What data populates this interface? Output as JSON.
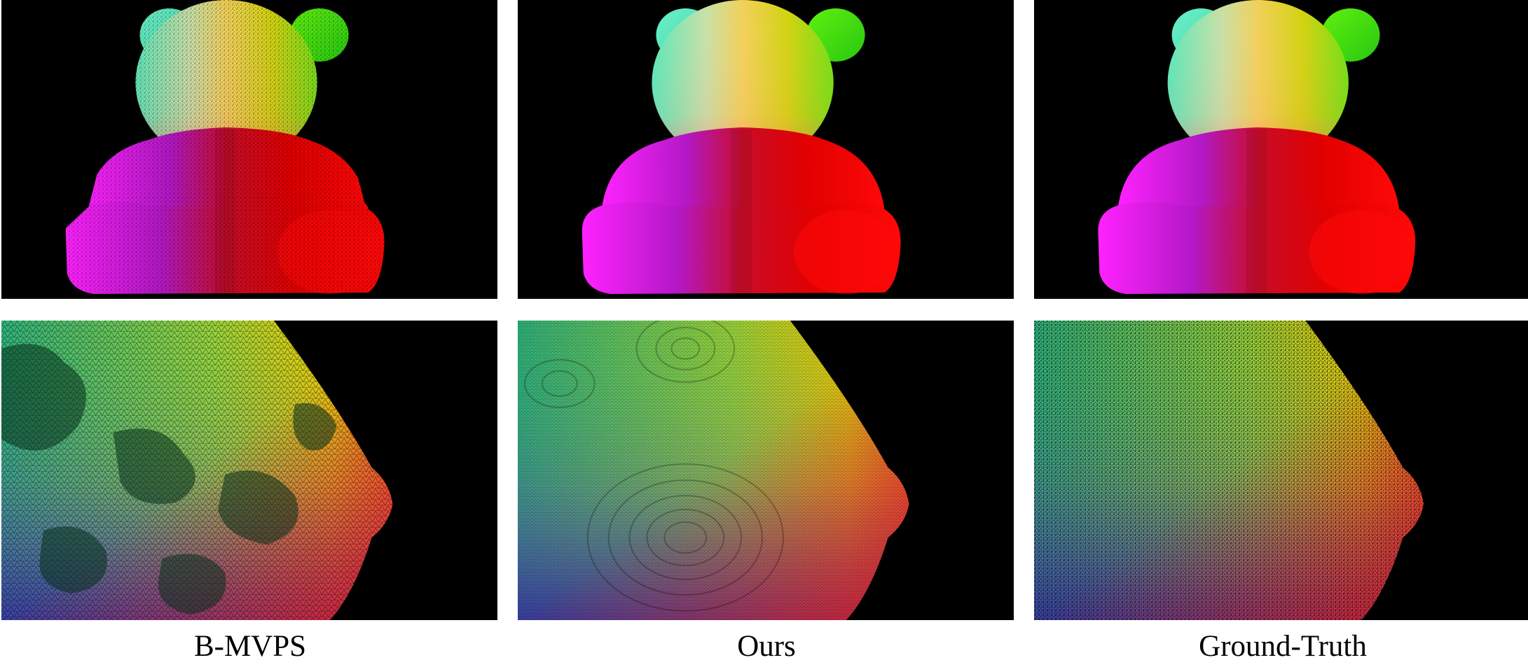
{
  "figure": {
    "columns": [
      {
        "caption": "B-MVPS"
      },
      {
        "caption": "Ours"
      },
      {
        "caption": "Ground-Truth"
      }
    ]
  }
}
